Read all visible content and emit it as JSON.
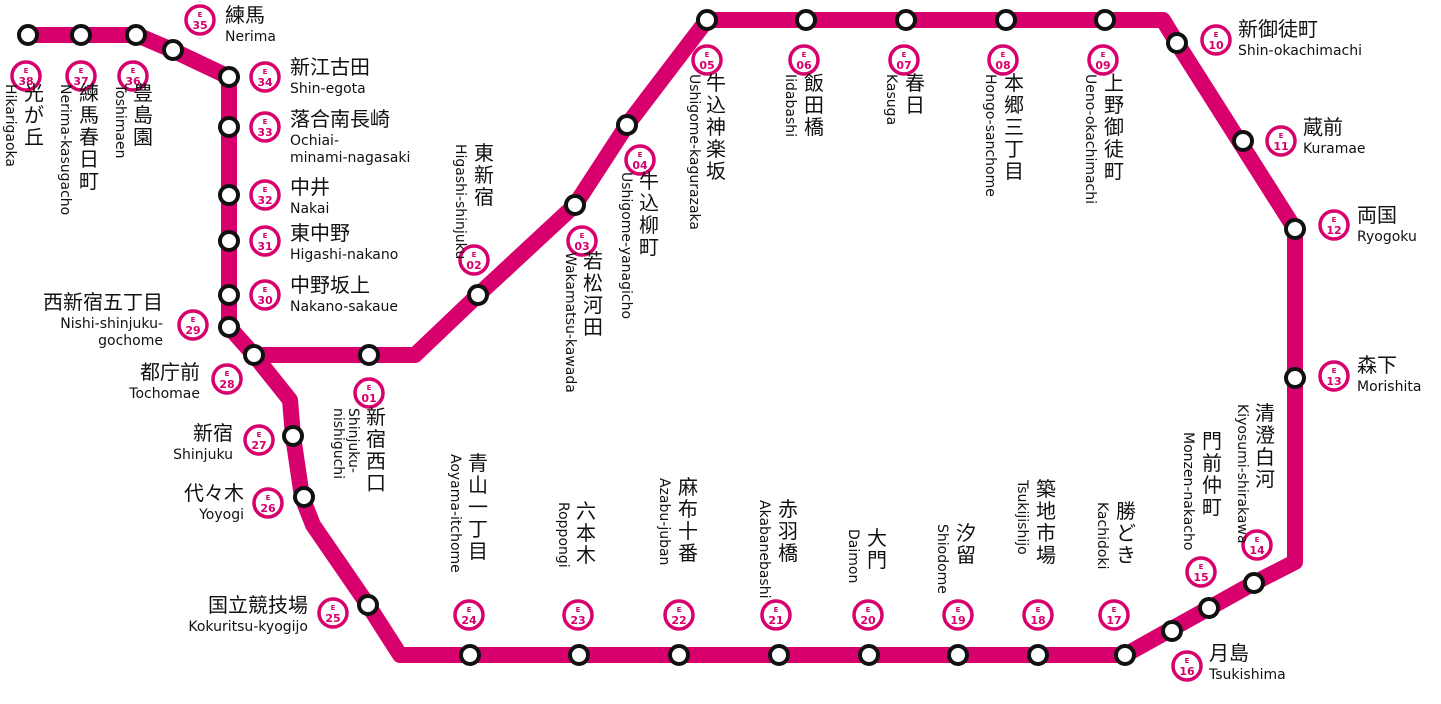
{
  "line": {
    "color": "#d7006d"
  },
  "stations": [
    {
      "letter": "E",
      "num": "38",
      "ja": "光が丘",
      "en": "Hikarigaoka"
    },
    {
      "letter": "E",
      "num": "37",
      "ja": "練馬春日町",
      "en": "Nerima-kasugacho"
    },
    {
      "letter": "E",
      "num": "36",
      "ja": "豊島園",
      "en": "Toshimaen"
    },
    {
      "letter": "E",
      "num": "35",
      "ja": "練馬",
      "en": "Nerima"
    },
    {
      "letter": "E",
      "num": "34",
      "ja": "新江古田",
      "en": "Shin-egota"
    },
    {
      "letter": "E",
      "num": "33",
      "ja": "落合南長崎",
      "en": "Ochiai-minami-nagasaki"
    },
    {
      "letter": "E",
      "num": "32",
      "ja": "中井",
      "en": "Nakai"
    },
    {
      "letter": "E",
      "num": "31",
      "ja": "東中野",
      "en": "Higashi-nakano"
    },
    {
      "letter": "E",
      "num": "30",
      "ja": "中野坂上",
      "en": "Nakano-sakaue"
    },
    {
      "letter": "E",
      "num": "29",
      "ja": "西新宿五丁目",
      "en": "Nishi-shinjuku-gochome"
    },
    {
      "letter": "E",
      "num": "28",
      "ja": "都庁前",
      "en": "Tochomae"
    },
    {
      "letter": "E",
      "num": "01",
      "ja": "新宿西口",
      "en": "Shinjuku-nishiguchi"
    },
    {
      "letter": "E",
      "num": "02",
      "ja": "東新宿",
      "en": "Higashi-shinjuku"
    },
    {
      "letter": "E",
      "num": "03",
      "ja": "若松河田",
      "en": "Wakamatsu-kawada"
    },
    {
      "letter": "E",
      "num": "04",
      "ja": "牛込柳町",
      "en": "Ushigome-yanagicho"
    },
    {
      "letter": "E",
      "num": "05",
      "ja": "牛込神楽坂",
      "en": "Ushigome-kagurazaka"
    },
    {
      "letter": "E",
      "num": "06",
      "ja": "飯田橋",
      "en": "Iidabashi"
    },
    {
      "letter": "E",
      "num": "07",
      "ja": "春日",
      "en": "Kasuga"
    },
    {
      "letter": "E",
      "num": "08",
      "ja": "本郷三丁目",
      "en": "Hongo-sanchome"
    },
    {
      "letter": "E",
      "num": "09",
      "ja": "上野御徒町",
      "en": "Ueno-okachimachi"
    },
    {
      "letter": "E",
      "num": "10",
      "ja": "新御徒町",
      "en": "Shin-okachimachi"
    },
    {
      "letter": "E",
      "num": "11",
      "ja": "蔵前",
      "en": "Kuramae"
    },
    {
      "letter": "E",
      "num": "12",
      "ja": "両国",
      "en": "Ryogoku"
    },
    {
      "letter": "E",
      "num": "13",
      "ja": "森下",
      "en": "Morishita"
    },
    {
      "letter": "E",
      "num": "14",
      "ja": "清澄白河",
      "en": "Kiyosumi-shirakawa"
    },
    {
      "letter": "E",
      "num": "15",
      "ja": "門前仲町",
      "en": "Monzen-nakacho"
    },
    {
      "letter": "E",
      "num": "16",
      "ja": "月島",
      "en": "Tsukishima"
    },
    {
      "letter": "E",
      "num": "17",
      "ja": "勝どき",
      "en": "Kachidoki"
    },
    {
      "letter": "E",
      "num": "18",
      "ja": "築地市場",
      "en": "Tsukijishijo"
    },
    {
      "letter": "E",
      "num": "19",
      "ja": "汐留",
      "en": "Shiodome"
    },
    {
      "letter": "E",
      "num": "20",
      "ja": "大門",
      "en": "Daimon"
    },
    {
      "letter": "E",
      "num": "21",
      "ja": "赤羽橋",
      "en": "Akabanebashi"
    },
    {
      "letter": "E",
      "num": "22",
      "ja": "麻布十番",
      "en": "Azabu-juban"
    },
    {
      "letter": "E",
      "num": "23",
      "ja": "六本木",
      "en": "Roppongi"
    },
    {
      "letter": "E",
      "num": "24",
      "ja": "青山一丁目",
      "en": "Aoyama-itchome"
    },
    {
      "letter": "E",
      "num": "25",
      "ja": "国立競技場",
      "en": "Kokuritsu-kyogijo"
    },
    {
      "letter": "E",
      "num": "26",
      "ja": "代々木",
      "en": "Yoyogi"
    },
    {
      "letter": "E",
      "num": "27",
      "ja": "新宿",
      "en": "Shinjuku"
    }
  ]
}
